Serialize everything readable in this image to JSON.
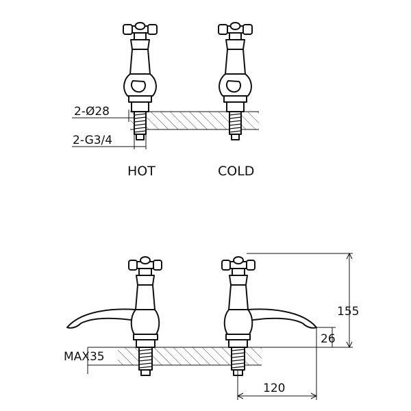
{
  "labels": {
    "diameter": "2-Ø28",
    "thread": "2-G3/4",
    "hot": "HOT",
    "cold": "COLD",
    "height_total": "155",
    "spout_height": "26",
    "max_deck": "MAX35",
    "projection": "120"
  }
}
